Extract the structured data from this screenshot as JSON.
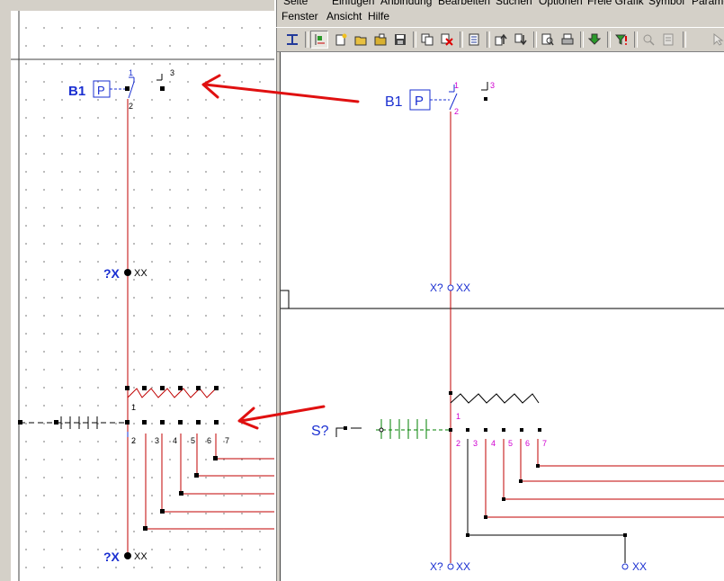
{
  "menubar": {
    "row1": [
      "Seite",
      "Einfügen",
      "Anbindung",
      "Bearbeiten",
      "Suchen",
      "Optionen",
      "Freie Grafik",
      "Symbol",
      "Parame"
    ],
    "row2": [
      "Fenster",
      "Ansicht",
      "Hilfe"
    ]
  },
  "toolbar": {
    "buttons": [
      "insert-symbol-icon",
      "connect-icon",
      "new-page-icon",
      "open-icon",
      "open-folder-icon",
      "save-icon",
      "copy-icon",
      "delete-icon",
      "properties-icon",
      "page-up-icon",
      "page-down-icon",
      "print-preview-icon",
      "print-icon",
      "download-icon",
      "filter-icon",
      "zoom-icon",
      "document-icon",
      "cursor-icon"
    ]
  },
  "left_schematic": {
    "b1_label": "B1",
    "p_label": "P",
    "pin1": "1",
    "pin2": "2",
    "pin3": "3",
    "top_terminal_prefix": "?X",
    "top_terminal_suffix": "XX",
    "bottom_terminal_prefix": "?X",
    "bottom_terminal_suffix": "XX",
    "switch_pin1": "1",
    "switch_pins": [
      "2",
      "3",
      "4",
      "5",
      "6",
      "7"
    ]
  },
  "right_schematic": {
    "b1_label": "B1",
    "p_label": "P",
    "pin1": "1",
    "pin2": "2",
    "pin3": "3",
    "top_terminal_prefix": "X?",
    "top_terminal_suffix": "XX",
    "s_label": "S?",
    "switch_pin1": "1",
    "switch_pins": [
      "2",
      "3",
      "4",
      "5",
      "6",
      "7"
    ],
    "bottom_terminal_prefix": "X?",
    "bottom_terminal_suffix": "XX",
    "extra_terminal_suffix": "XX"
  },
  "colors": {
    "wire": "#c00000",
    "label_blue": "#1a2fd1",
    "pin_magenta": "#d000d0",
    "component_green": "#008000",
    "arrow": "#e01010"
  }
}
